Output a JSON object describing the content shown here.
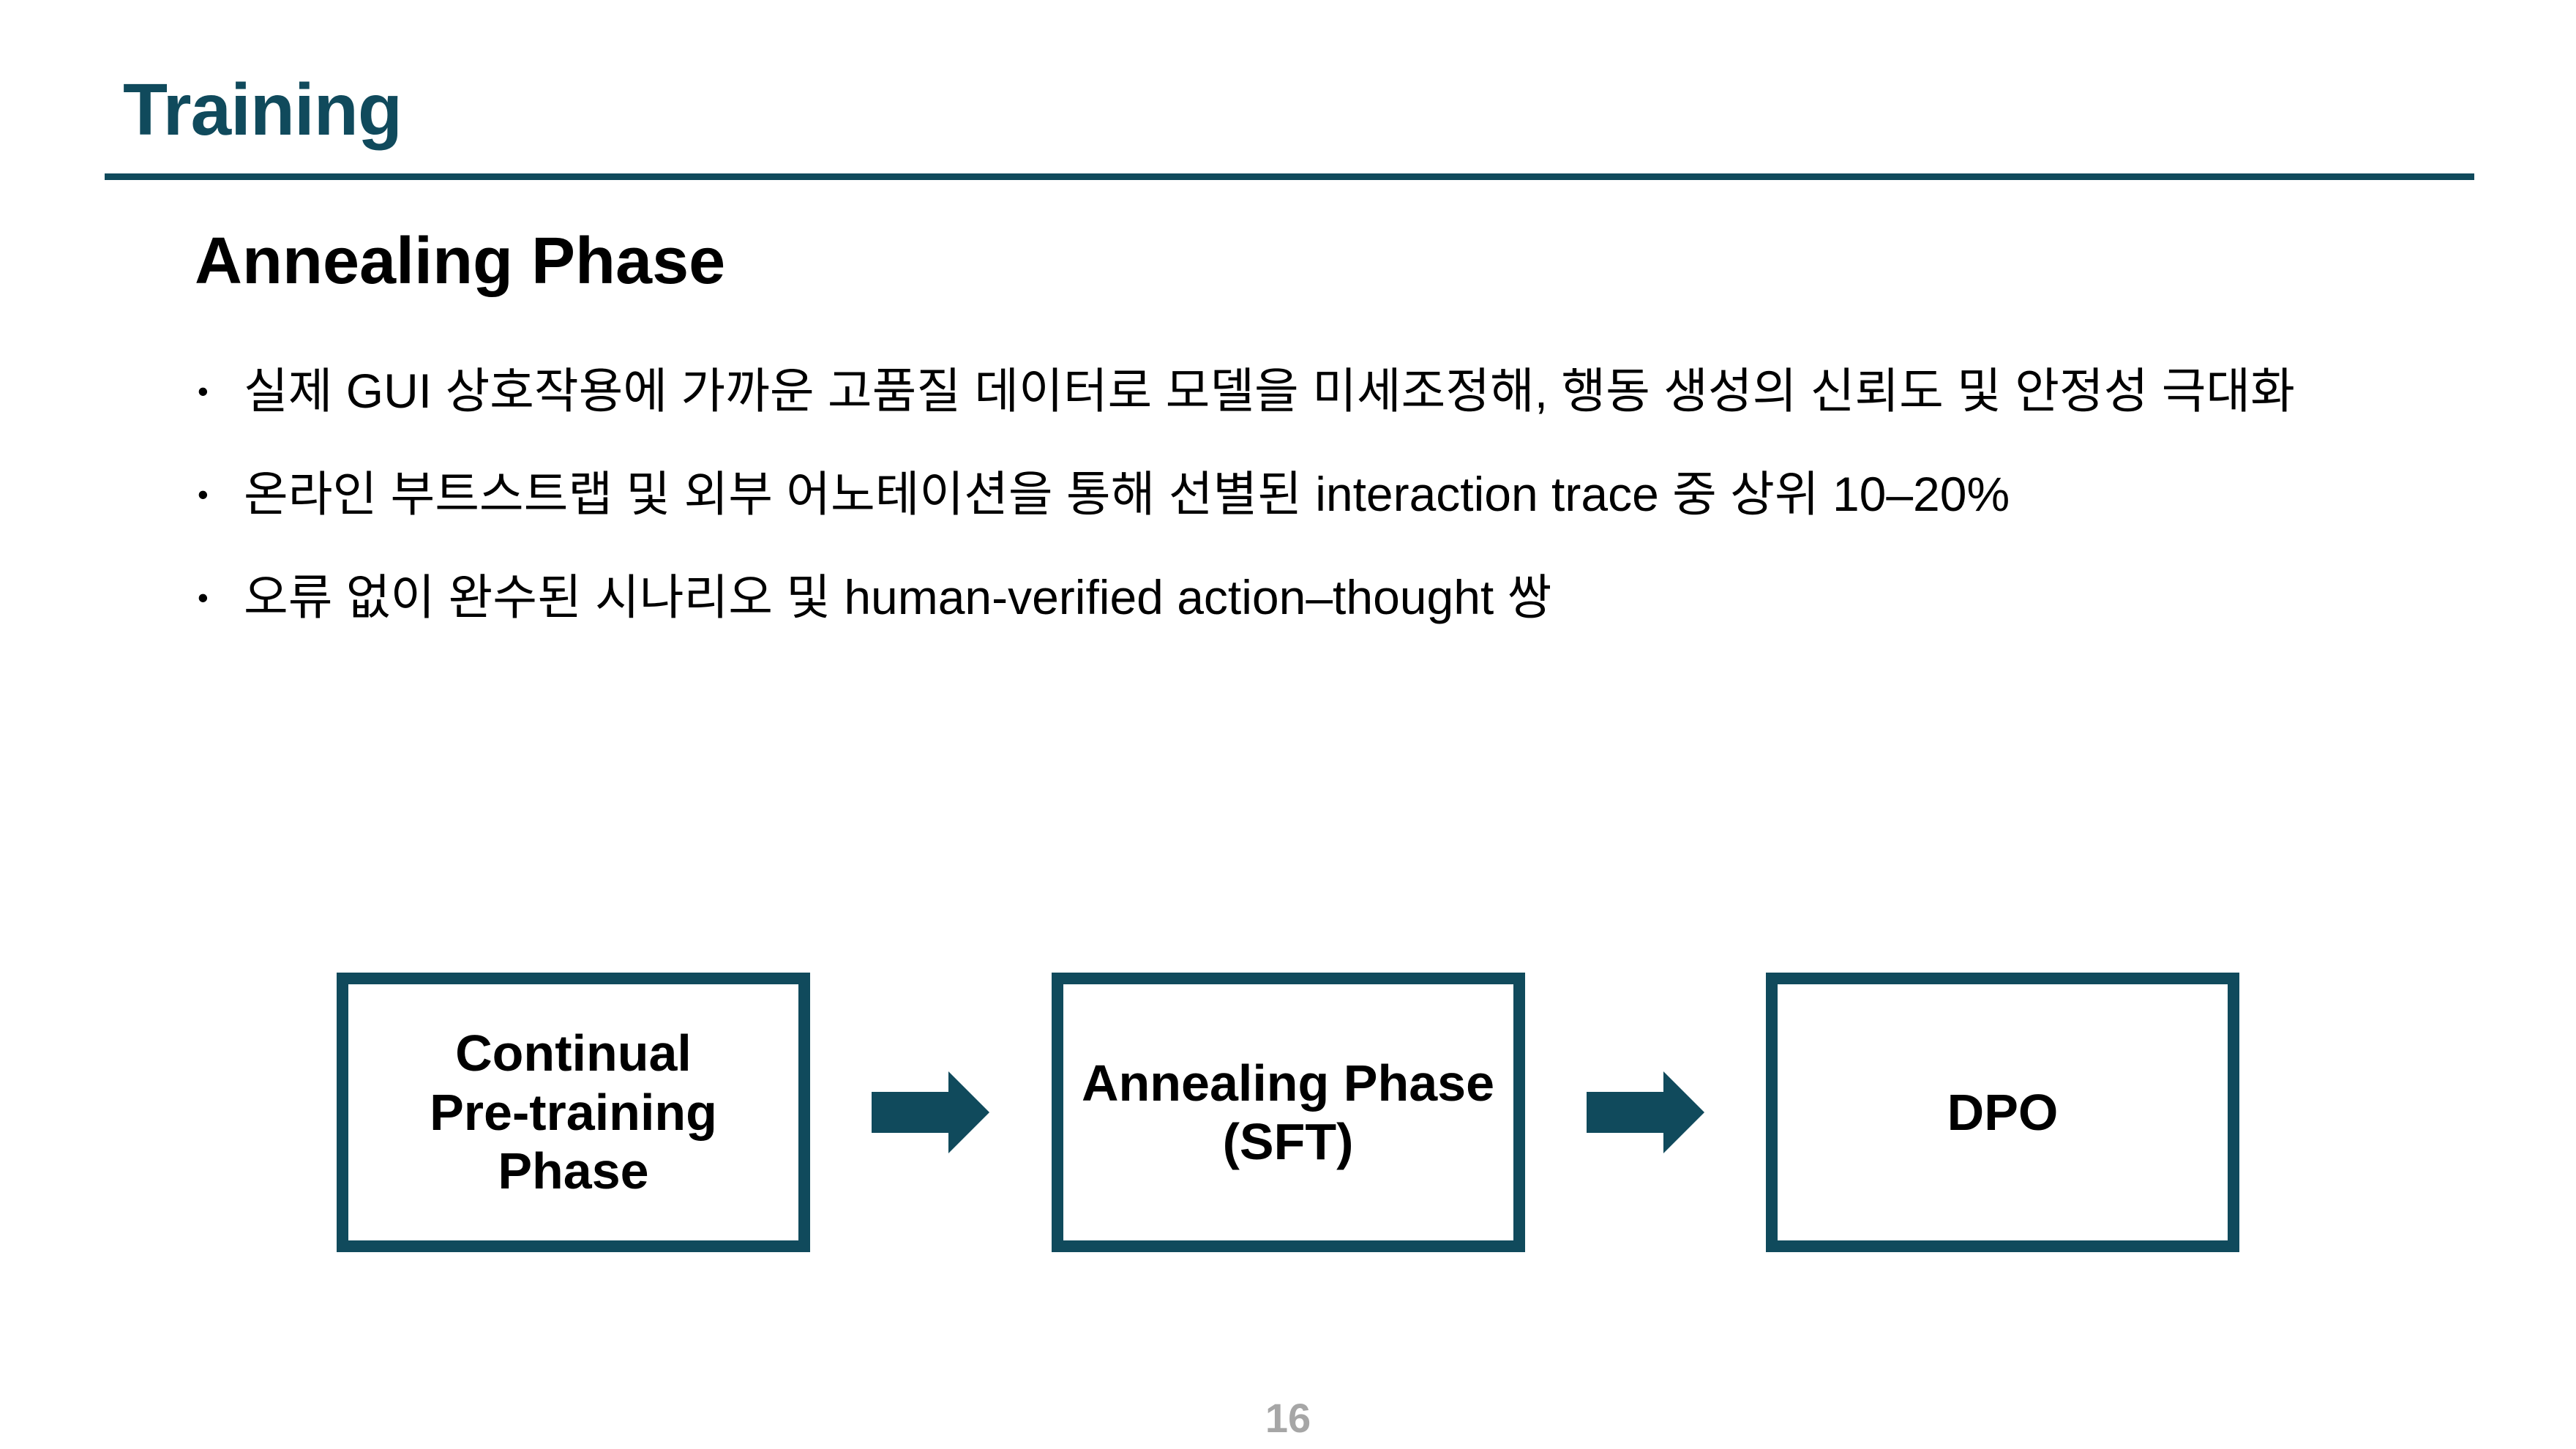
{
  "slide": {
    "title": "Training",
    "subtitle": "Annealing Phase",
    "bullet_char": "•",
    "bullets": [
      "실제 GUI 상호작용에 가까운 고품질 데이터로 모델을 미세조정해, 행동 생성의 신뢰도 및 안정성 극대화",
      "온라인 부트스트랩 및 외부 어노테이션을 통해 선별된 interaction trace 중 상위 10–20%",
      "오류 없이 완수된 시나리오 및 human-verified action–thought 쌍"
    ],
    "page_number": "16",
    "colors": {
      "accent_teal": "#104A5C",
      "body_text": "#000000",
      "page_number_gray": "#A6A6A6",
      "background": "#FFFFFF"
    }
  },
  "diagram": {
    "flow_direction": "left-to-right",
    "boxes": [
      {
        "label": "Continual\nPre-training\nPhase"
      },
      {
        "label": "Annealing Phase\n(SFT)"
      },
      {
        "label": "DPO"
      }
    ],
    "connector": "solid-block-right-arrow"
  }
}
